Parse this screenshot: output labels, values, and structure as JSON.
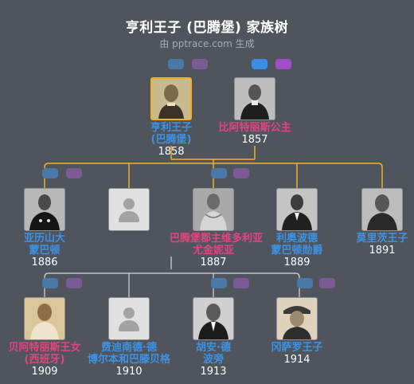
{
  "header": {
    "title": "亨利王子 (巴腾堡) 家族树",
    "subtitle": "由 pptrace.com 生成"
  },
  "colors": {
    "background": "#4f545d",
    "male": "#3d93e6",
    "female": "#e3457f",
    "selected_border": "#f2b21e",
    "line_main": "#f2b21e",
    "line_children": "#d7d9dc"
  },
  "people": {
    "henry": {
      "name": [
        "亨利王子",
        "(巴腾堡)"
      ],
      "year": "1858",
      "gender": "m",
      "icon": "portrait-henry"
    },
    "beatrice": {
      "name": [
        "比阿特丽斯公主"
      ],
      "year": "1857",
      "gender": "f",
      "icon": "portrait-beatrice"
    },
    "alexander": {
      "name": [
        "亚历山大",
        "蒙巴顿"
      ],
      "year": "1886",
      "gender": "m",
      "icon": "portrait-alexander"
    },
    "unknown": {
      "name": [],
      "year": "",
      "gender": "m",
      "icon": "silhouette-icon"
    },
    "victoria_eugenie": {
      "name": [
        "巴腾堡郡主维多利亚",
        "尤金妮亚"
      ],
      "year": "1887",
      "gender": "f",
      "icon": "portrait-victoria-eugenie"
    },
    "leopold": {
      "name": [
        "利奥波德",
        "蒙巴顿勋爵"
      ],
      "year": "1889",
      "gender": "m",
      "icon": "portrait-leopold"
    },
    "maurice": {
      "name": [
        "莫里茨王子"
      ],
      "year": "1891",
      "gender": "m",
      "icon": "portrait-maurice"
    },
    "beatriz": {
      "name": [
        "贝阿特丽斯王女",
        "(西班牙)"
      ],
      "year": "1909",
      "gender": "f",
      "icon": "portrait-beatriz"
    },
    "fernando": {
      "name": [
        "费迪南德·德",
        "博尔本和巴滕贝格"
      ],
      "year": "1910",
      "gender": "m",
      "icon": "silhouette-icon"
    },
    "juan": {
      "name": [
        "胡安·德",
        "波旁"
      ],
      "year": "1913",
      "gender": "m",
      "icon": "portrait-juan"
    },
    "gonzalo": {
      "name": [
        "冈萨罗王子"
      ],
      "year": "1914",
      "gender": "m",
      "icon": "portrait-gonzalo"
    }
  }
}
